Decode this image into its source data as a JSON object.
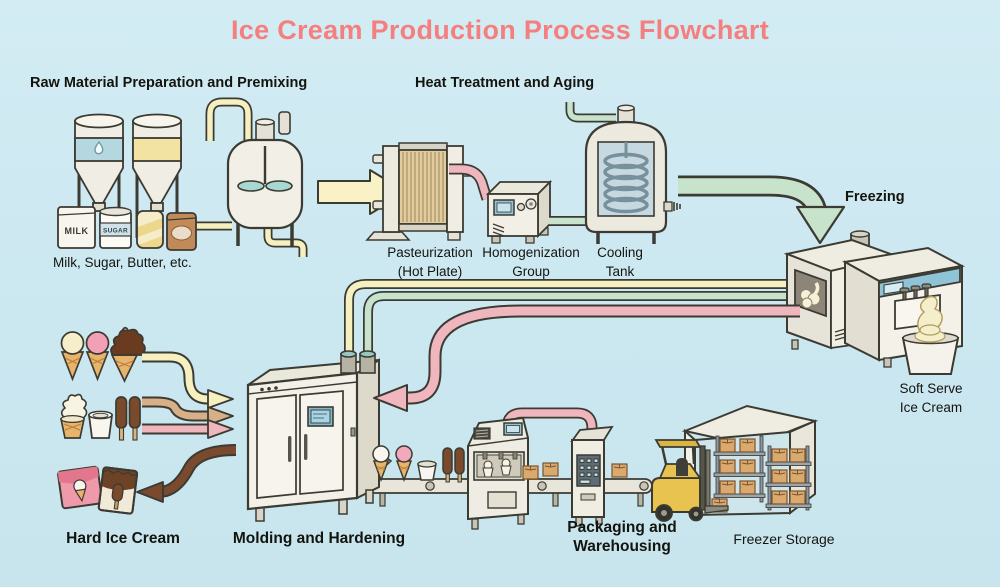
{
  "title": "Ice Cream Production Process Flowchart",
  "stages": {
    "raw_material": "Raw Material Preparation and Premixing",
    "heat_treatment": "Heat Treatment and Aging",
    "freezing": "Freezing",
    "molding": "Molding and Hardening",
    "packaging_line1": "Packaging and",
    "packaging_line2": "Warehousing",
    "freezer_storage": "Freezer Storage",
    "hard_ice_cream": "Hard Ice Cream"
  },
  "captions": {
    "raw_materials": "Milk, Sugar, Butter, etc.",
    "pasteurization_line1": "Pasteurization",
    "pasteurization_line2": "(Hot Plate)",
    "homogenization_line1": "Homogenization",
    "homogenization_line2": "Group",
    "cooling_line1": "Cooling",
    "cooling_line2": "Tank",
    "soft_serve_line1": "Soft Serve",
    "soft_serve_line2": "Ice Cream"
  },
  "package_labels": {
    "milk": "MILK",
    "sugar": "SUGAR"
  },
  "colors": {
    "background": "#cbe7f0",
    "title": "#f57f7f",
    "pipe_yellow": "#f6f0c0",
    "pipe_green": "#c8e3cc",
    "pipe_pink": "#f0b6bd",
    "arrow_tan": "#d8b088",
    "arrow_brown": "#7a4a2e",
    "outline": "#3b3b33",
    "equipment": "#f0eee4",
    "accent_blue": "#8fc3d6"
  }
}
